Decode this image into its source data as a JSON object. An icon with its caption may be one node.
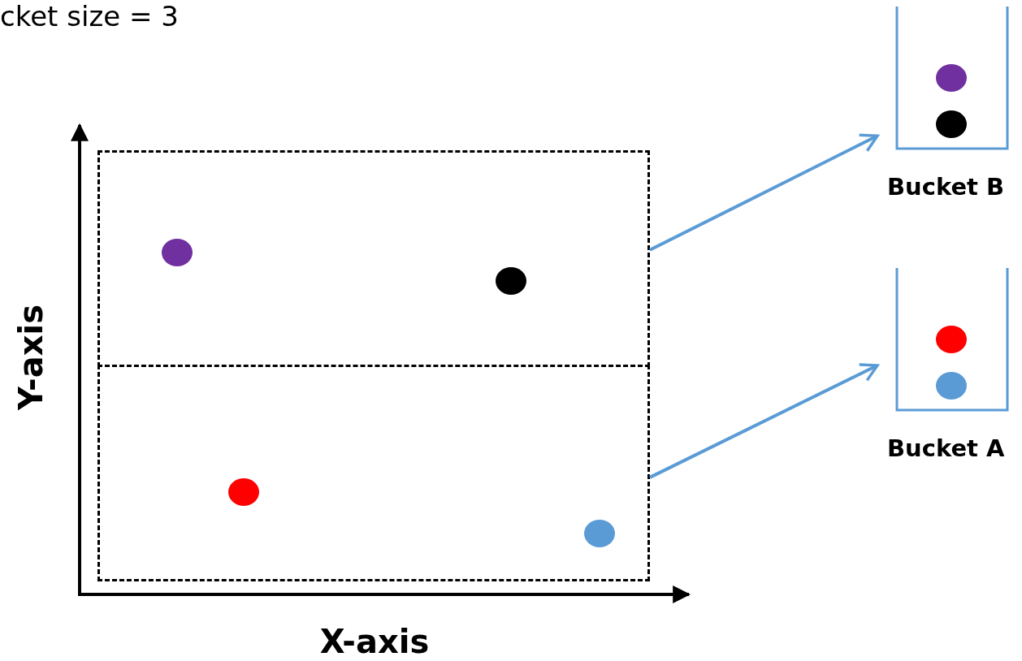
{
  "diagram": {
    "nodes": [
      {
        "text": [],
        "shape": "box"
      },
      {
        "text": [],
        "shape": "box"
      },
      {
        "text": [
          "Bucket B"
        ]
      },
      {
        "text": [
          "Bucket A"
        ]
      }
    ],
    "edges": [
      {
        "from": 0,
        "to": 2,
        "arrow": "to"
      },
      {
        "from": 1,
        "to": 3,
        "arrow": "to"
      }
    ],
    "labels": [
      "cket size = 3",
      "Y-axis",
      "X-axis"
    ]
  }
}
